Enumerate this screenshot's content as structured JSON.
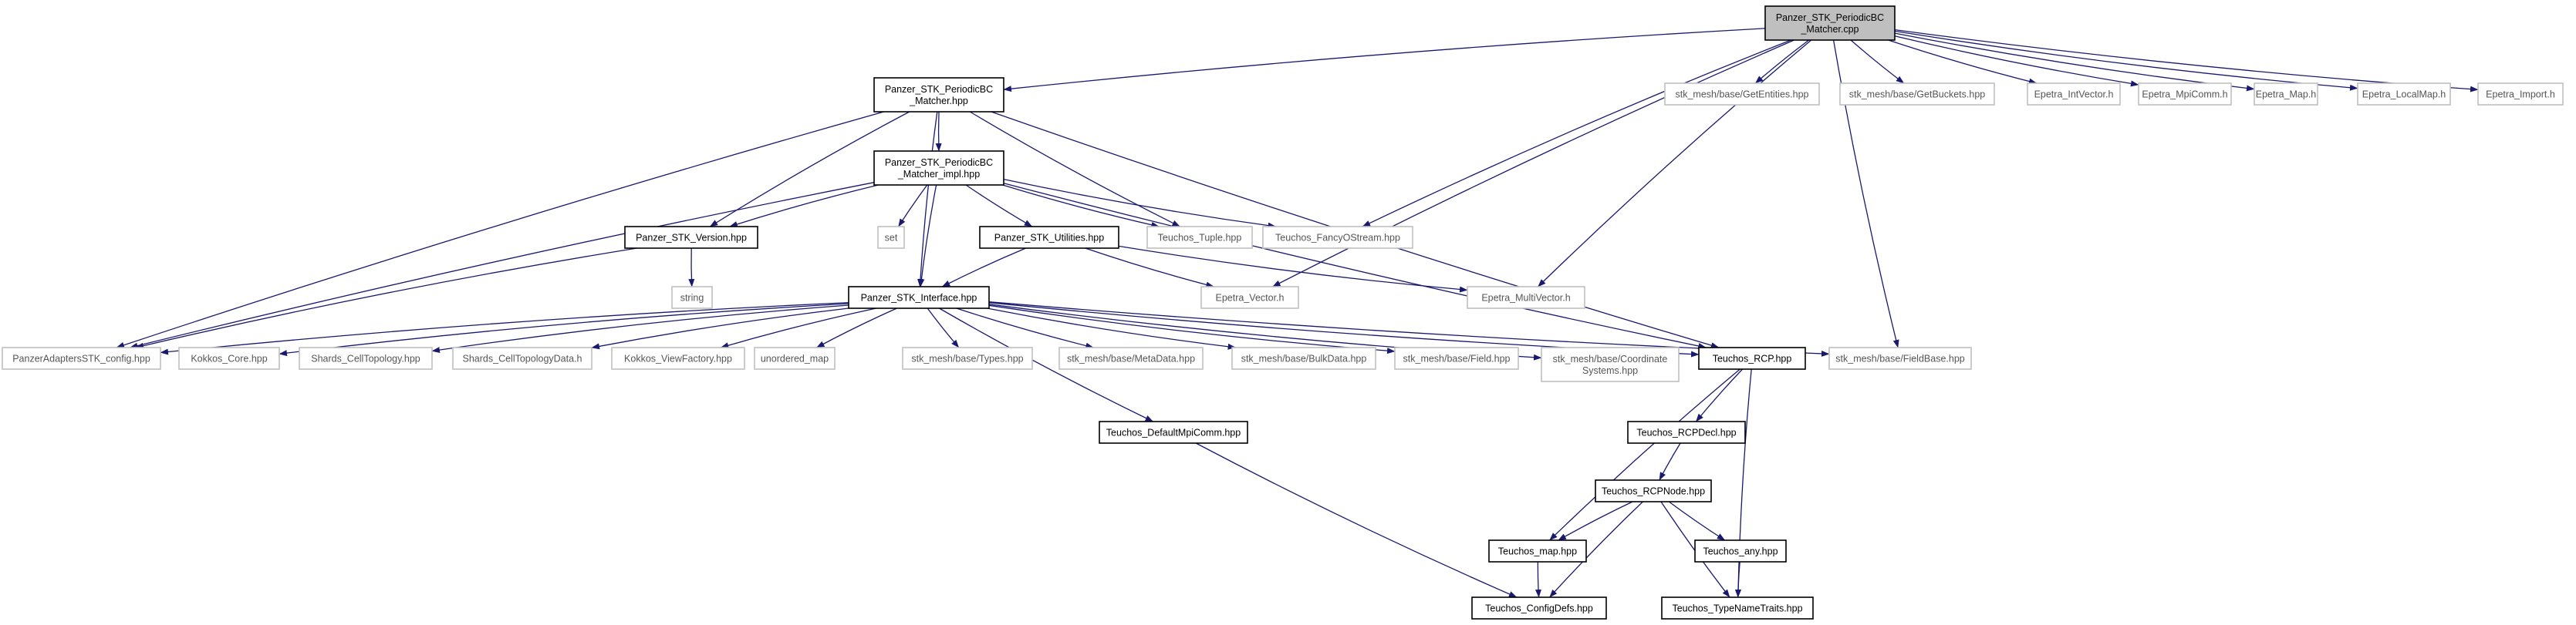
{
  "colors": {
    "edge": "#191970",
    "box_doc": "#000000",
    "box_ext": "#bfbfbf",
    "root_fill": "#bfbfbf",
    "text_doc": "#000000",
    "text_ext": "#555555"
  },
  "nodes": [
    {
      "id": "n0",
      "lines": [
        "Panzer_STK_PeriodicBC",
        "_Matcher.cpp"
      ],
      "kind": "root"
    },
    {
      "id": "n1",
      "lines": [
        "Panzer_STK_PeriodicBC",
        "_Matcher.hpp"
      ],
      "kind": "doc"
    },
    {
      "id": "n2",
      "lines": [
        "stk_mesh/base/GetEntities.hpp"
      ],
      "kind": "ext"
    },
    {
      "id": "n3",
      "lines": [
        "stk_mesh/base/GetBuckets.hpp"
      ],
      "kind": "ext"
    },
    {
      "id": "n4",
      "lines": [
        "Epetra_IntVector.h"
      ],
      "kind": "ext"
    },
    {
      "id": "n5",
      "lines": [
        "Epetra_MpiComm.h"
      ],
      "kind": "ext"
    },
    {
      "id": "n6",
      "lines": [
        "Epetra_Map.h"
      ],
      "kind": "ext"
    },
    {
      "id": "n7",
      "lines": [
        "Epetra_LocalMap.h"
      ],
      "kind": "ext"
    },
    {
      "id": "n8",
      "lines": [
        "Epetra_Import.h"
      ],
      "kind": "ext"
    },
    {
      "id": "n9",
      "lines": [
        "Panzer_STK_PeriodicBC",
        "_Matcher_impl.hpp"
      ],
      "kind": "doc"
    },
    {
      "id": "n10",
      "lines": [
        "Panzer_STK_Version.hpp"
      ],
      "kind": "doc"
    },
    {
      "id": "n11",
      "lines": [
        "set"
      ],
      "kind": "ext"
    },
    {
      "id": "n12",
      "lines": [
        "Panzer_STK_Utilities.hpp"
      ],
      "kind": "doc"
    },
    {
      "id": "n13",
      "lines": [
        "Teuchos_Tuple.hpp"
      ],
      "kind": "ext"
    },
    {
      "id": "n14",
      "lines": [
        "Teuchos_FancyOStream.hpp"
      ],
      "kind": "ext"
    },
    {
      "id": "n15",
      "lines": [
        "string"
      ],
      "kind": "ext"
    },
    {
      "id": "n16",
      "lines": [
        "Panzer_STK_Interface.hpp"
      ],
      "kind": "doc"
    },
    {
      "id": "n17",
      "lines": [
        "Epetra_Vector.h"
      ],
      "kind": "ext"
    },
    {
      "id": "n18",
      "lines": [
        "Epetra_MultiVector.h"
      ],
      "kind": "ext"
    },
    {
      "id": "n19",
      "lines": [
        "PanzerAdaptersSTK_config.hpp"
      ],
      "kind": "ext"
    },
    {
      "id": "n20",
      "lines": [
        "Kokkos_Core.hpp"
      ],
      "kind": "ext"
    },
    {
      "id": "n21",
      "lines": [
        "Shards_CellTopology.hpp"
      ],
      "kind": "ext"
    },
    {
      "id": "n22",
      "lines": [
        "Shards_CellTopologyData.h"
      ],
      "kind": "ext"
    },
    {
      "id": "n23",
      "lines": [
        "Kokkos_ViewFactory.hpp"
      ],
      "kind": "ext"
    },
    {
      "id": "n24",
      "lines": [
        "unordered_map"
      ],
      "kind": "ext"
    },
    {
      "id": "n25",
      "lines": [
        "stk_mesh/base/Types.hpp"
      ],
      "kind": "ext"
    },
    {
      "id": "n26",
      "lines": [
        "stk_mesh/base/MetaData.hpp"
      ],
      "kind": "ext"
    },
    {
      "id": "n27",
      "lines": [
        "stk_mesh/base/BulkData.hpp"
      ],
      "kind": "ext"
    },
    {
      "id": "n28",
      "lines": [
        "stk_mesh/base/Field.hpp"
      ],
      "kind": "ext"
    },
    {
      "id": "n29",
      "lines": [
        "stk_mesh/base/Coordinate",
        "Systems.hpp"
      ],
      "kind": "ext"
    },
    {
      "id": "n30",
      "lines": [
        "Teuchos_RCP.hpp"
      ],
      "kind": "doc"
    },
    {
      "id": "n31",
      "lines": [
        "stk_mesh/base/FieldBase.hpp"
      ],
      "kind": "ext"
    },
    {
      "id": "n32",
      "lines": [
        "Teuchos_DefaultMpiComm.hpp"
      ],
      "kind": "doc"
    },
    {
      "id": "n33",
      "lines": [
        "Teuchos_RCPDecl.hpp"
      ],
      "kind": "doc"
    },
    {
      "id": "n34",
      "lines": [
        "Teuchos_RCPNode.hpp"
      ],
      "kind": "doc"
    },
    {
      "id": "n35",
      "lines": [
        "Teuchos_map.hpp"
      ],
      "kind": "doc"
    },
    {
      "id": "n36",
      "lines": [
        "Teuchos_any.hpp"
      ],
      "kind": "doc"
    },
    {
      "id": "n37",
      "lines": [
        "Teuchos_ConfigDefs.hpp"
      ],
      "kind": "doc"
    },
    {
      "id": "n38",
      "lines": [
        "Teuchos_TypeNameTraits.hpp"
      ],
      "kind": "doc"
    }
  ],
  "edges": [
    [
      "n0",
      "n1"
    ],
    [
      "n0",
      "n2"
    ],
    [
      "n0",
      "n3"
    ],
    [
      "n0",
      "n4"
    ],
    [
      "n0",
      "n5"
    ],
    [
      "n0",
      "n6"
    ],
    [
      "n0",
      "n7"
    ],
    [
      "n0",
      "n8"
    ],
    [
      "n0",
      "n14"
    ],
    [
      "n0",
      "n17"
    ],
    [
      "n0",
      "n18"
    ],
    [
      "n0",
      "n31"
    ],
    [
      "n1",
      "n9"
    ],
    [
      "n1",
      "n10"
    ],
    [
      "n1",
      "n13"
    ],
    [
      "n1",
      "n16"
    ],
    [
      "n1",
      "n19"
    ],
    [
      "n1",
      "n30"
    ],
    [
      "n9",
      "n10"
    ],
    [
      "n9",
      "n11"
    ],
    [
      "n9",
      "n12"
    ],
    [
      "n9",
      "n13"
    ],
    [
      "n9",
      "n14"
    ],
    [
      "n9",
      "n16"
    ],
    [
      "n9",
      "n19"
    ],
    [
      "n9",
      "n30"
    ],
    [
      "n10",
      "n15"
    ],
    [
      "n10",
      "n19"
    ],
    [
      "n12",
      "n16"
    ],
    [
      "n12",
      "n17"
    ],
    [
      "n12",
      "n18"
    ],
    [
      "n16",
      "n19"
    ],
    [
      "n16",
      "n20"
    ],
    [
      "n16",
      "n21"
    ],
    [
      "n16",
      "n22"
    ],
    [
      "n16",
      "n23"
    ],
    [
      "n16",
      "n24"
    ],
    [
      "n16",
      "n25"
    ],
    [
      "n16",
      "n26"
    ],
    [
      "n16",
      "n27"
    ],
    [
      "n16",
      "n28"
    ],
    [
      "n16",
      "n29"
    ],
    [
      "n16",
      "n30"
    ],
    [
      "n16",
      "n31"
    ],
    [
      "n16",
      "n32"
    ],
    [
      "n30",
      "n33"
    ],
    [
      "n30",
      "n35"
    ],
    [
      "n30",
      "n38"
    ],
    [
      "n32",
      "n37"
    ],
    [
      "n33",
      "n34"
    ],
    [
      "n34",
      "n35"
    ],
    [
      "n34",
      "n36"
    ],
    [
      "n34",
      "n37"
    ],
    [
      "n34",
      "n38"
    ],
    [
      "n35",
      "n37"
    ],
    [
      "n36",
      "n38"
    ]
  ]
}
